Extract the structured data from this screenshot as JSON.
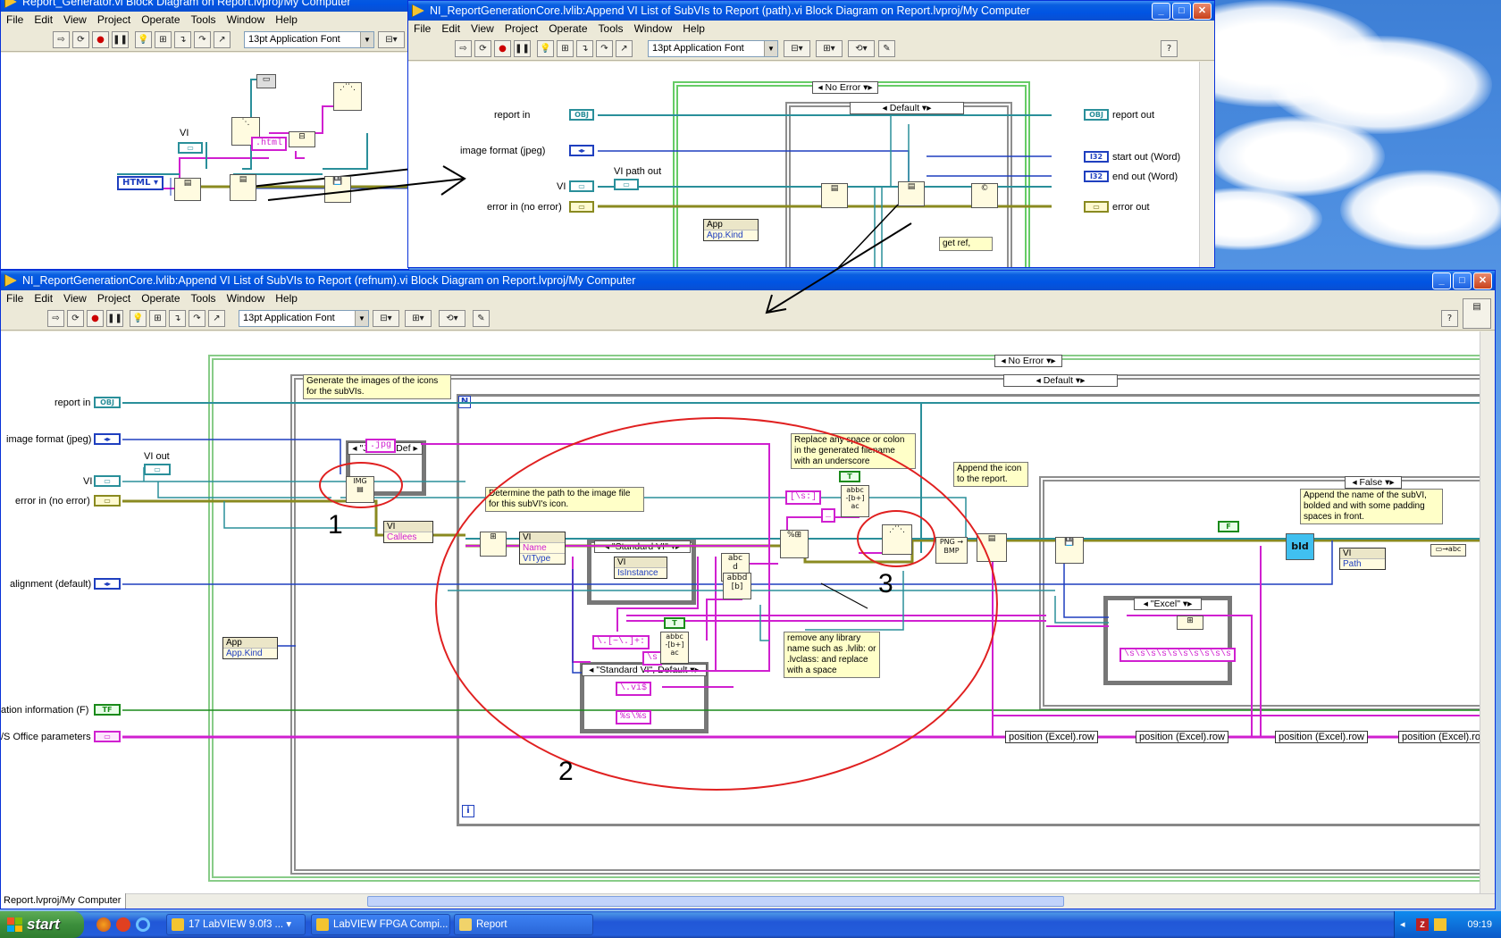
{
  "desktop": {
    "accent": "#0054e3"
  },
  "win_top_left": {
    "title": "Report_Generator.vi Block Diagram on Report.lvproj/My Computer",
    "menu": [
      "File",
      "Edit",
      "View",
      "Project",
      "Operate",
      "Tools",
      "Window",
      "Help"
    ],
    "font_select": "13pt Application Font",
    "labels": {
      "vi": "VI",
      "html_enum": "HTML",
      "html_str": ".html"
    }
  },
  "win_top_right": {
    "title": "NI_ReportGenerationCore.lvlib:Append VI List of SubVIs to Report (path).vi Block Diagram on Report.lvproj/My Computer",
    "menu": [
      "File",
      "Edit",
      "View",
      "Project",
      "Operate",
      "Tools",
      "Window",
      "Help"
    ],
    "font_select": "13pt Application Font",
    "case_outer": "No Error",
    "case_inner": "Default",
    "inputs": [
      "report in",
      "image format (jpeg)",
      "VI",
      "error in (no error)"
    ],
    "outputs": [
      "report out",
      "start out (Word)",
      "end out (Word)",
      "error out"
    ],
    "vi_path_out": "VI path out",
    "app_node": {
      "class": "App",
      "prop": "App.Kind"
    },
    "note": "get ref,",
    "term_obj": "OBJ",
    "term_i32": "I32"
  },
  "win_main": {
    "title": "NI_ReportGenerationCore.lvlib:Append VI List of SubVIs to Report (refnum).vi Block Diagram on Report.lvproj/My Computer",
    "menu": [
      "File",
      "Edit",
      "View",
      "Project",
      "Operate",
      "Tools",
      "Window",
      "Help"
    ],
    "font_select": "13pt Application Font",
    "case_outer": "No Error",
    "case_inner": "Default",
    "case_false": "False",
    "case_excel": "\"Excel\"",
    "case_jpeg": "\"JPEG\", Def",
    "case_stdvi": "\"Standard VI\"",
    "case_stdvi_def": "\"Standard VI\", Default",
    "inputs": [
      "report in",
      "image format (jpeg)",
      "VI",
      "error in (no error)",
      "alignment (default)",
      "ation information (F)",
      "/S Office parameters"
    ],
    "vi_out": "VI out",
    "for_loop_n": "N",
    "for_loop_i": "i",
    "notes": {
      "gen_icons": "Generate the images of the icons for the subVIs.",
      "det_path": "Determine the path to the image file for this subVI's icon.",
      "replace_space": "Replace any space or colon in the generated filename with an underscore",
      "append_icon": "Append the icon to the report.",
      "append_name": "Append the name of the subVI, bolded and with some padding spaces in front.",
      "remove_lib": "remove any library name such as .lvlib: or .lvclass: and replace with a space"
    },
    "strings": {
      "jpg": ".jpg",
      "space_colon": "[\\s:]",
      "underscore": "_",
      "lib_regex": "\\.[~\\.]+:",
      "space": "\\s",
      "dot_vi": "\\.vi$",
      "fmt": "%s\\%s",
      "pad": "\\s\\s\\s\\s\\s\\s\\s\\s\\s\\s",
      "true": "T",
      "false": "F"
    },
    "props": {
      "callees": "Callees",
      "name": "Name",
      "vitype": "VIType",
      "isinstance": "IsInstance",
      "path": "Path",
      "vi": "VI",
      "app": "App",
      "appkind": "App.Kind"
    },
    "position_labels": [
      "position (Excel).row",
      "position (Excel).row",
      "position (Excel).row",
      "position (Excel).row"
    ],
    "icons": {
      "png_bmp": "PNG → BMP",
      "bld": "bld"
    },
    "annotations": [
      "1",
      "2",
      "3"
    ],
    "status": "Report.lvproj/My Computer"
  },
  "taskbar": {
    "start": "start",
    "tasks": [
      "17 LabVIEW 9.0f3 ...",
      "LabVIEW FPGA Compi...",
      "Report"
    ],
    "clock": "09:19"
  }
}
